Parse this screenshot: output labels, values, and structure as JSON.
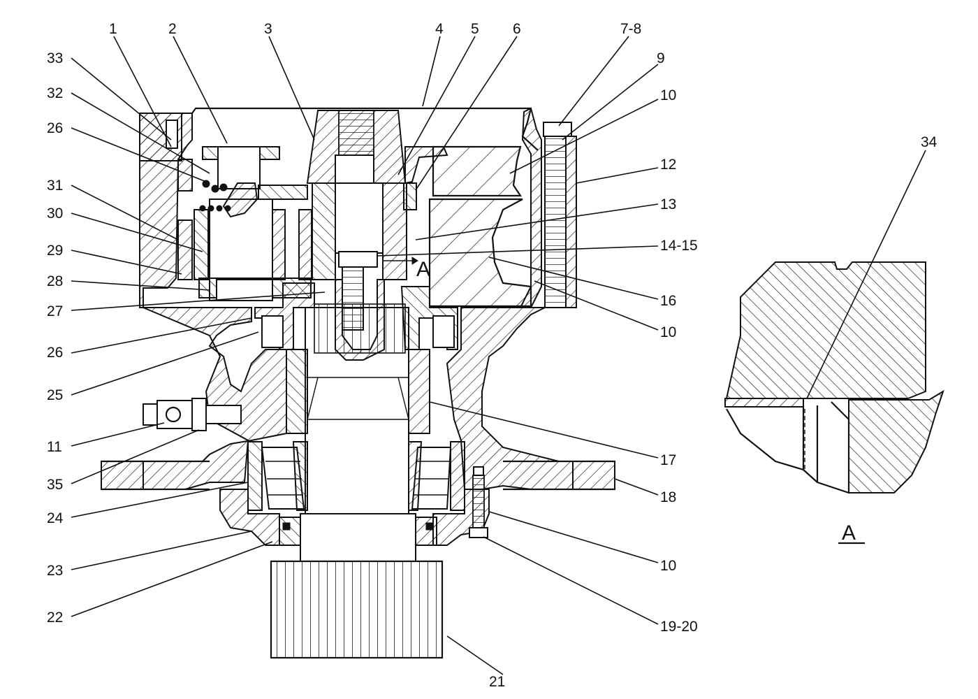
{
  "callouts": [
    {
      "id": "1",
      "text": "1"
    },
    {
      "id": "2",
      "text": "2"
    },
    {
      "id": "3",
      "text": "3"
    },
    {
      "id": "4",
      "text": "4"
    },
    {
      "id": "5",
      "text": "5"
    },
    {
      "id": "6",
      "text": "6"
    },
    {
      "id": "7-8",
      "text": "7-8"
    },
    {
      "id": "9",
      "text": "9"
    },
    {
      "id": "10a",
      "text": "10"
    },
    {
      "id": "12",
      "text": "12"
    },
    {
      "id": "13",
      "text": "13"
    },
    {
      "id": "14-15",
      "text": "14-15"
    },
    {
      "id": "16",
      "text": "16"
    },
    {
      "id": "10b",
      "text": "10"
    },
    {
      "id": "17",
      "text": "17"
    },
    {
      "id": "18",
      "text": "18"
    },
    {
      "id": "10c",
      "text": "10"
    },
    {
      "id": "19-20",
      "text": "19-20"
    },
    {
      "id": "21",
      "text": "21"
    },
    {
      "id": "22",
      "text": "22"
    },
    {
      "id": "23",
      "text": "23"
    },
    {
      "id": "24",
      "text": "24"
    },
    {
      "id": "35",
      "text": "35"
    },
    {
      "id": "11",
      "text": "11"
    },
    {
      "id": "25",
      "text": "25"
    },
    {
      "id": "26b",
      "text": "26"
    },
    {
      "id": "27",
      "text": "27"
    },
    {
      "id": "28",
      "text": "28"
    },
    {
      "id": "29",
      "text": "29"
    },
    {
      "id": "30",
      "text": "30"
    },
    {
      "id": "31",
      "text": "31"
    },
    {
      "id": "26a",
      "text": "26"
    },
    {
      "id": "32",
      "text": "32"
    },
    {
      "id": "33",
      "text": "33"
    },
    {
      "id": "34",
      "text": "34"
    }
  ],
  "section_marker": "A",
  "detail_view_label": "A"
}
